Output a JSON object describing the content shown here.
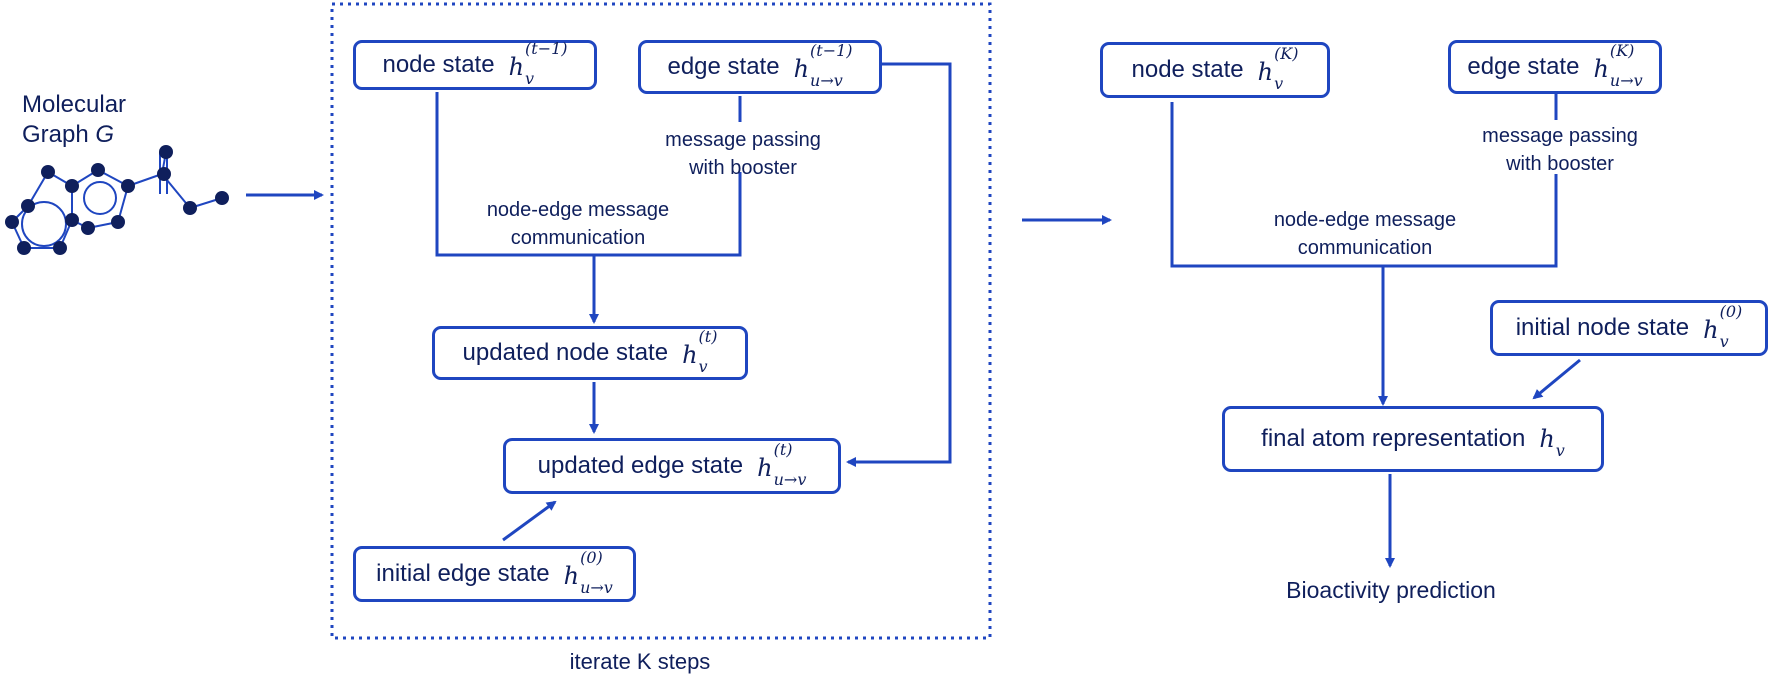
{
  "input": {
    "line1": "Molecular",
    "line2": "Graph",
    "var": "G"
  },
  "iterate_label": "iterate K steps",
  "left_block": {
    "node_state": {
      "label": "node state",
      "h": "h",
      "sub": "v",
      "sup": "(t−1)"
    },
    "edge_state": {
      "label": "edge state",
      "h": "h",
      "sub": "u→v",
      "sup": "(t−1)"
    },
    "message_passing": {
      "line1": "message passing",
      "line2": "with booster"
    },
    "communication": {
      "line1": "node-edge message",
      "line2": "communication"
    },
    "updated_node": {
      "label": "updated node state",
      "h": "h",
      "sub": "v",
      "sup": "(t)"
    },
    "updated_edge": {
      "label": "updated edge state",
      "h": "h",
      "sub": "u→v",
      "sup": "(t)"
    },
    "initial_edge": {
      "label": "initial edge state",
      "h": "h",
      "sub": "u→v",
      "sup": "(0)"
    }
  },
  "right_block": {
    "node_state": {
      "label": "node state",
      "h": "h",
      "sub": "v",
      "sup": "(K)"
    },
    "edge_state": {
      "label": "edge state",
      "h": "h",
      "sub": "u→v",
      "sup": "(K)"
    },
    "message_passing": {
      "line1": "message passing",
      "line2": "with booster"
    },
    "communication": {
      "line1": "node-edge message",
      "line2": "communication"
    },
    "initial_node": {
      "label": "initial node state",
      "h": "h",
      "sub": "v",
      "sup": "(0)"
    },
    "final_atom": {
      "label": "final atom representation",
      "h": "h",
      "sub": "v",
      "sup": ""
    },
    "output": "Bioactivity prediction"
  },
  "colors": {
    "line": "#1f46c0",
    "text": "#0f1f5c",
    "atom": "#0f1f5c"
  }
}
